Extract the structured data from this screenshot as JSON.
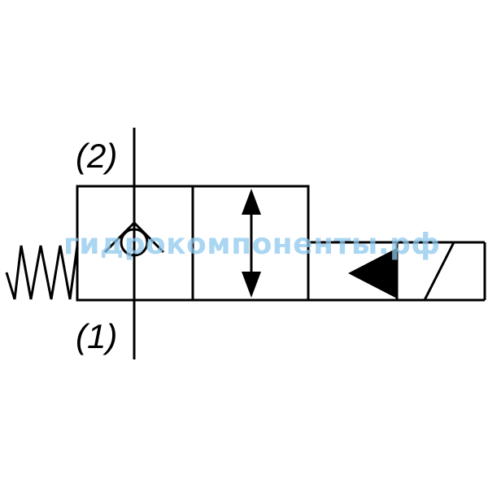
{
  "diagram": {
    "port_top_label": "(2)",
    "port_bottom_label": "(1)",
    "watermark": "гидрокомпоненты.рф",
    "colors": {
      "line": "#000000",
      "background": "#ffffff",
      "watermark": "#8ec9ee"
    },
    "parts": {
      "spring": "spring-icon",
      "check_valve": "check-valve-icon",
      "flow_arrow": "double-arrow-icon",
      "solenoid": "solenoid-icon",
      "actuator_arrow": "triangle-left-icon"
    }
  }
}
